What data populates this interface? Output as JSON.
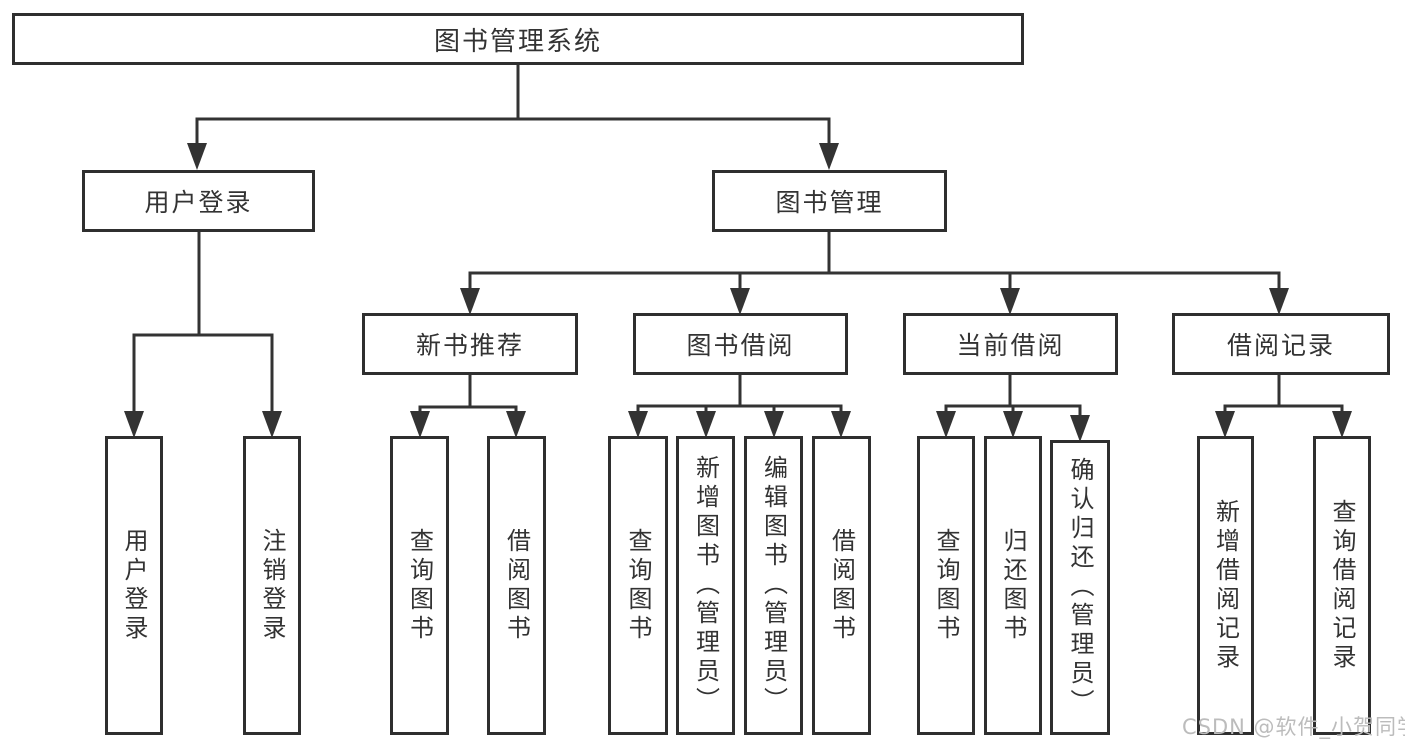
{
  "diagram": {
    "nodes": {
      "root": "图书管理系统",
      "user_login": "用户登录",
      "book_mgmt": "图书管理",
      "new_book_rec": "新书推荐",
      "book_borrow": "图书借阅",
      "current_borrow": "当前借阅",
      "borrow_record": "借阅记录",
      "leaf_user_login": "用户登录",
      "leaf_logout": "注销登录",
      "leaf_nb_query": "查询图书",
      "leaf_nb_borrow": "借阅图书",
      "leaf_bb_query": "查询图书",
      "leaf_bb_add": "新增图书（管理员）",
      "leaf_bb_edit": "编辑图书（管理员）",
      "leaf_bb_borrow": "借阅图书",
      "leaf_cb_query": "查询图书",
      "leaf_cb_return": "归还图书",
      "leaf_cb_confirm": "确认归还（管理员）",
      "leaf_br_add": "新增借阅记录",
      "leaf_br_query": "查询借阅记录"
    },
    "colors": {
      "line": "#333333",
      "border": "#2f2f2f",
      "text": "#333333",
      "watermark": "#bcbcbc",
      "background": "#ffffff"
    }
  },
  "watermark": {
    "text": "CSDN @软件_小贺同学"
  }
}
